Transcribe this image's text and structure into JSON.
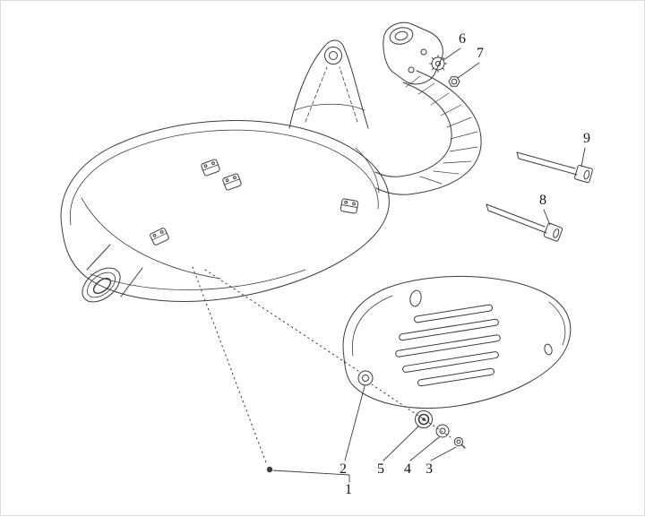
{
  "canvas": {
    "background": "#ffffff",
    "line_color": "#3c3c3c",
    "label_color": "#141414"
  },
  "callouts": {
    "n1": "1",
    "n2": "2",
    "n3": "3",
    "n4": "4",
    "n5": "5",
    "n6": "6",
    "n7": "7",
    "n8": "8",
    "n9": "9"
  }
}
